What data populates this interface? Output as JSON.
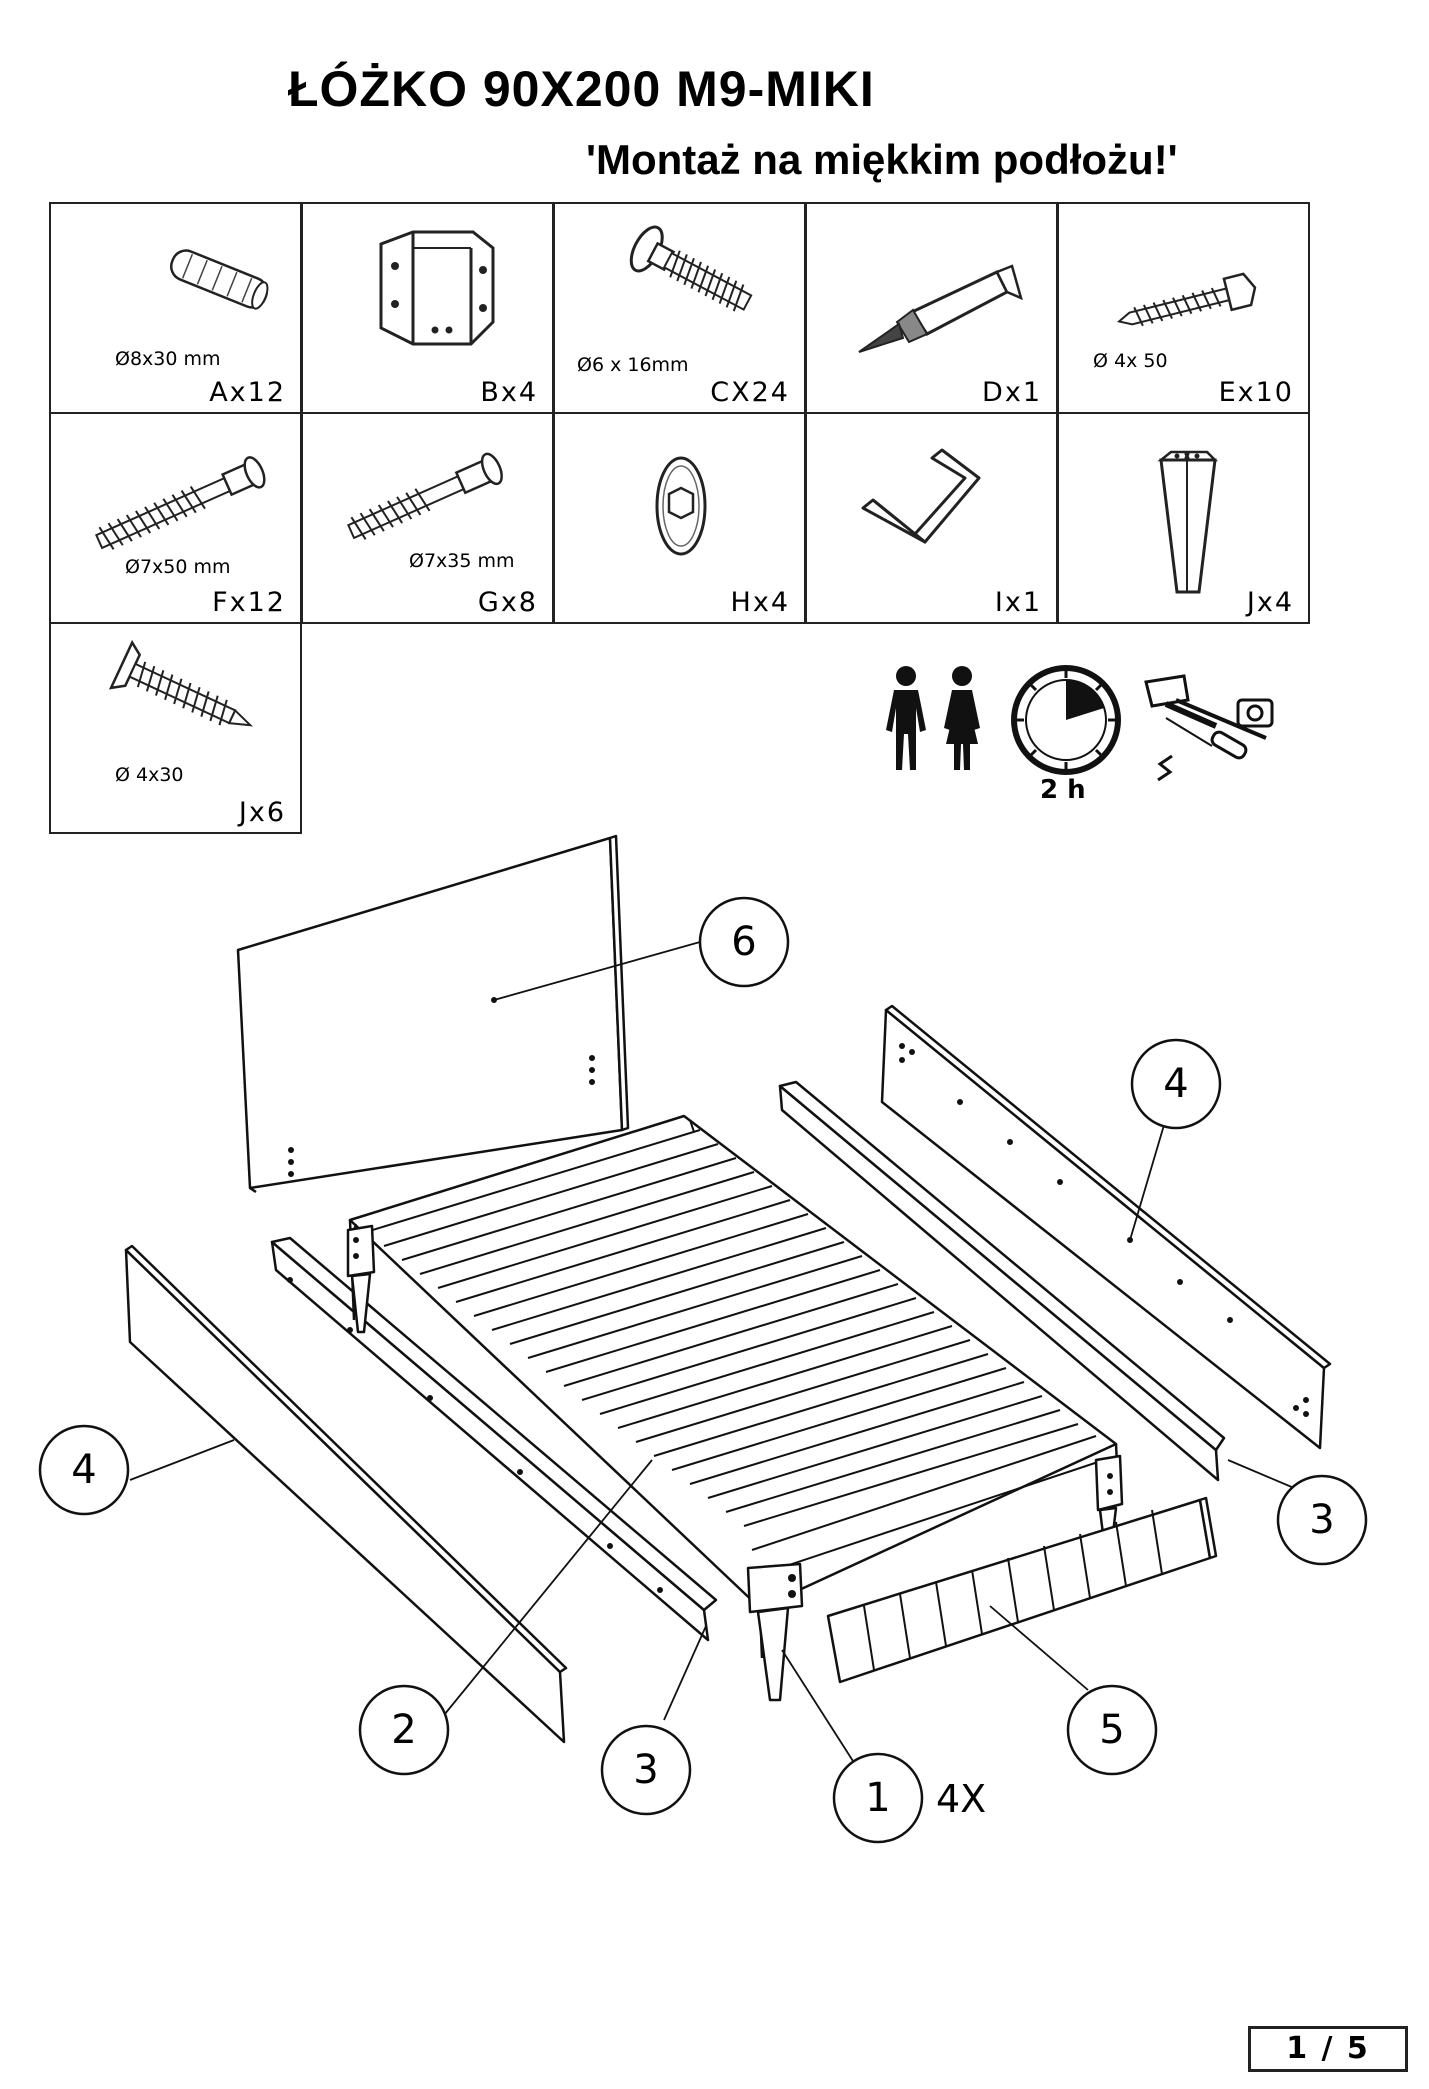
{
  "header": {
    "title": "ŁÓŻKO 90X200 M9-MIKI",
    "subtitle": "'Montaż na miękkim podłożu!'"
  },
  "parts": [
    {
      "dim": "Ø8x30 mm",
      "code": "Ax12",
      "icon": "dowel-icon"
    },
    {
      "dim": "",
      "code": "Bx4",
      "icon": "corner-bracket-icon"
    },
    {
      "dim": "Ø6 x 16mm",
      "code": "CX24",
      "icon": "machine-screw-icon"
    },
    {
      "dim": "",
      "code": "Dx1",
      "icon": "glue-tube-icon"
    },
    {
      "dim": "Ø 4x 50",
      "code": "Ex10",
      "icon": "wood-screw-icon"
    },
    {
      "dim": "Ø7x50 mm",
      "code": "Fx12",
      "icon": "confirmat-screw-long-icon"
    },
    {
      "dim": "Ø7x35 mm",
      "code": "Gx8",
      "icon": "confirmat-screw-short-icon"
    },
    {
      "dim": "",
      "code": "Hx4",
      "icon": "glide-pad-icon"
    },
    {
      "dim": "",
      "code": "Ix1",
      "icon": "allen-key-icon"
    },
    {
      "dim": "",
      "code": "Jx4",
      "icon": "bed-leg-icon"
    },
    {
      "dim": "Ø 4x30",
      "code": "Jx6",
      "icon": "countersunk-screw-icon"
    }
  ],
  "requirements": {
    "duration": "2 h",
    "icons": [
      "two-people-icon",
      "clock-icon",
      "tools-icon"
    ]
  },
  "diagram": {
    "callouts": [
      "6",
      "4",
      "4",
      "3",
      "3",
      "2",
      "5",
      "1"
    ],
    "leg_quantity": "4X"
  },
  "footer": {
    "page": "1 / 5"
  }
}
